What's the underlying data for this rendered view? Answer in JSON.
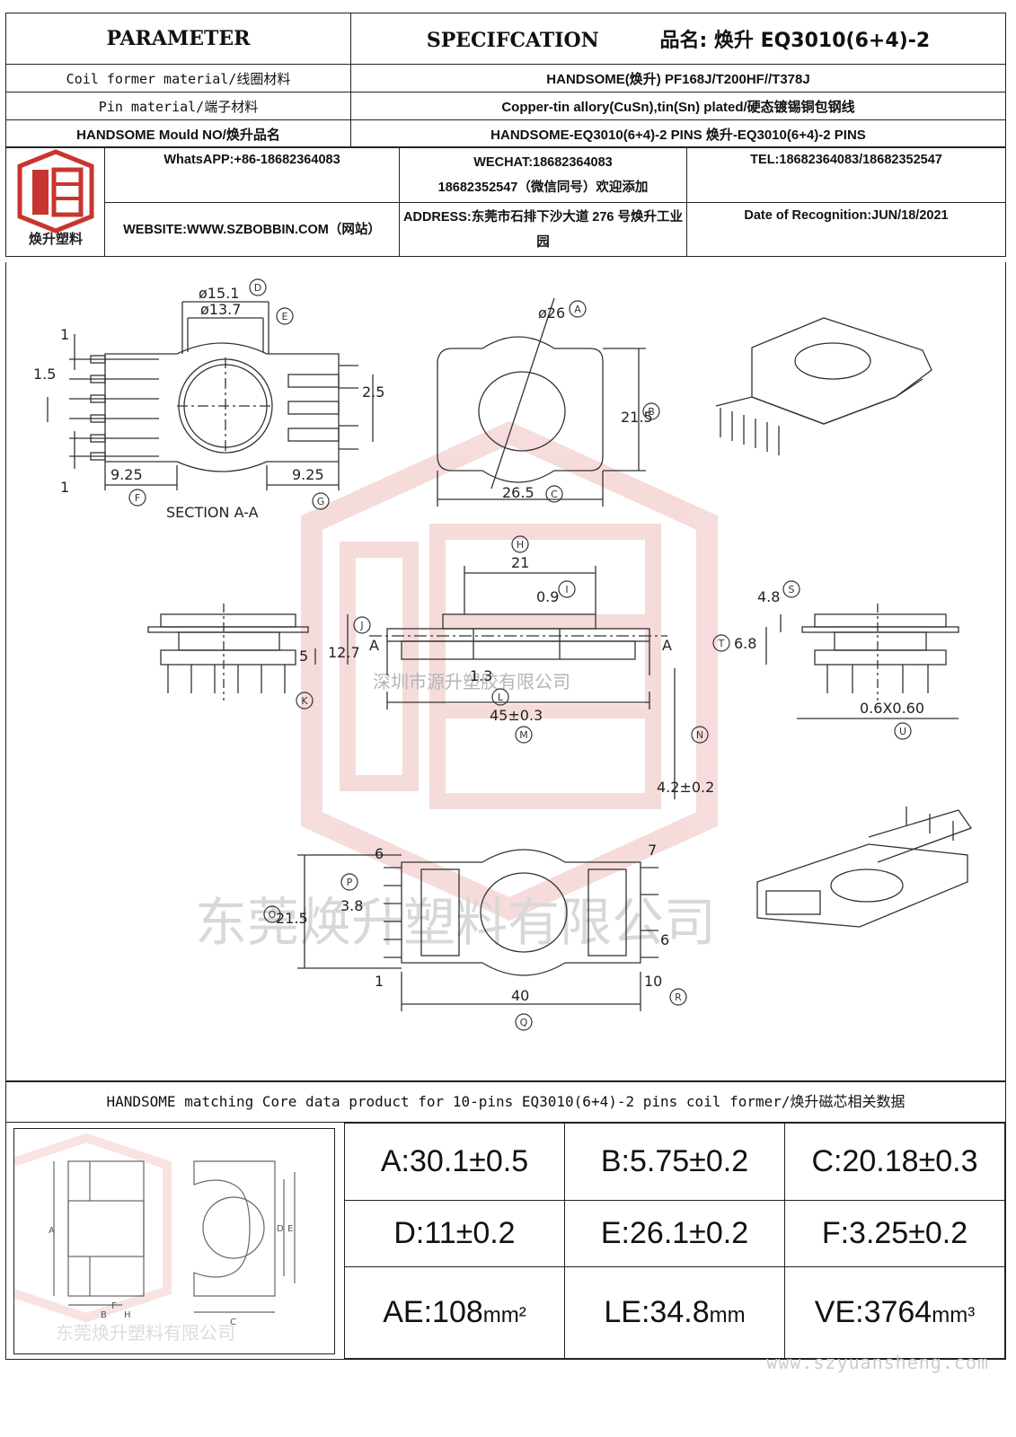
{
  "header": {
    "parameter": "PARAMETER",
    "specification": "SPECIFCATION",
    "product_name": "品名: 焕升 EQ3010(6+4)-2"
  },
  "rows": [
    {
      "label": "Coil former material/线圈材料",
      "value": "HANDSOME(焕升)   PF168J/T200HF//T378J"
    },
    {
      "label": "Pin material/端子材料",
      "value": "Copper-tin allory(CuSn),tin(Sn) plated/硬态镀锡铜包钢线"
    },
    {
      "label": "HANDSOME Mould NO/焕升品名",
      "value": "HANDSOME-EQ3010(6+4)-2 PINS    焕升-EQ3010(6+4)-2 PINS"
    }
  ],
  "company": {
    "logo_label": "焕升塑料",
    "whatsapp": "WhatsAPP:+86-18682364083",
    "wechat_line1": "WECHAT:18682364083",
    "wechat_line2": "18682352547（微信同号）欢迎添加",
    "tel": "TEL:18682364083/18682352547",
    "website": "WEBSITE:WWW.SZBOBBIN.COM（网站）",
    "address": "ADDRESS:东莞市石排下沙大道 276 号焕升工业园",
    "date": "Date of Recognition:JUN/18/2021"
  },
  "drawing": {
    "section_label": "SECTION A-A",
    "dims": {
      "d151": "ø15.1",
      "d137": "ø13.7",
      "d26": "ø26",
      "d215": "21.5",
      "d265": "26.5",
      "d925a": "9.25",
      "d925b": "9.25",
      "d15": "1.5",
      "d25": "2.5",
      "d1a": "1",
      "d1b": "1",
      "d21": "21",
      "d09": "0.9",
      "d127": "12.7",
      "d5": "5",
      "d13": "1.3",
      "d45": "45±0.3",
      "d42": "4.2±0.2",
      "d48": "4.8",
      "d68": "6.8",
      "d06": "0.6X0.60",
      "d215b": "21.5",
      "d38": "3.8",
      "d6": "6",
      "d40": "40",
      "pin6": "6",
      "pin7": "7",
      "pin1": "1",
      "pin10": "10",
      "A": "A"
    },
    "callouts": [
      "A",
      "B",
      "C",
      "D",
      "E",
      "F",
      "G",
      "H",
      "I",
      "J",
      "K",
      "L",
      "M",
      "N",
      "O",
      "P",
      "Q",
      "R",
      "S",
      "T",
      "U"
    ],
    "watermark_center": "深圳市源升塑胶有限公司",
    "watermark_large": "东莞焕升塑料有限公司"
  },
  "core": {
    "title": "HANDSOME matching Core data  product for 10-pins EQ3010(6+4)-2 pins coil former/焕升磁芯相关数据",
    "cells": [
      [
        "A:30.1±0.5",
        "B:5.75±0.2",
        "C:20.18±0.3"
      ],
      [
        "D:11±0.2",
        "E:26.1±0.2",
        "F:3.25±0.2"
      ]
    ],
    "ae": "AE:108",
    "ae_unit": "mm²",
    "le": "LE:34.8",
    "le_unit": "mm",
    "ve": "VE:3764",
    "ve_unit": "mm³",
    "img_labels": {
      "A": "A",
      "B": "B",
      "C": "C",
      "D": "D",
      "E": "E",
      "F": "F",
      "H": "H"
    },
    "watermark": "东莞焕升塑料有限公司"
  },
  "footer": "www.szyuansheng.com"
}
